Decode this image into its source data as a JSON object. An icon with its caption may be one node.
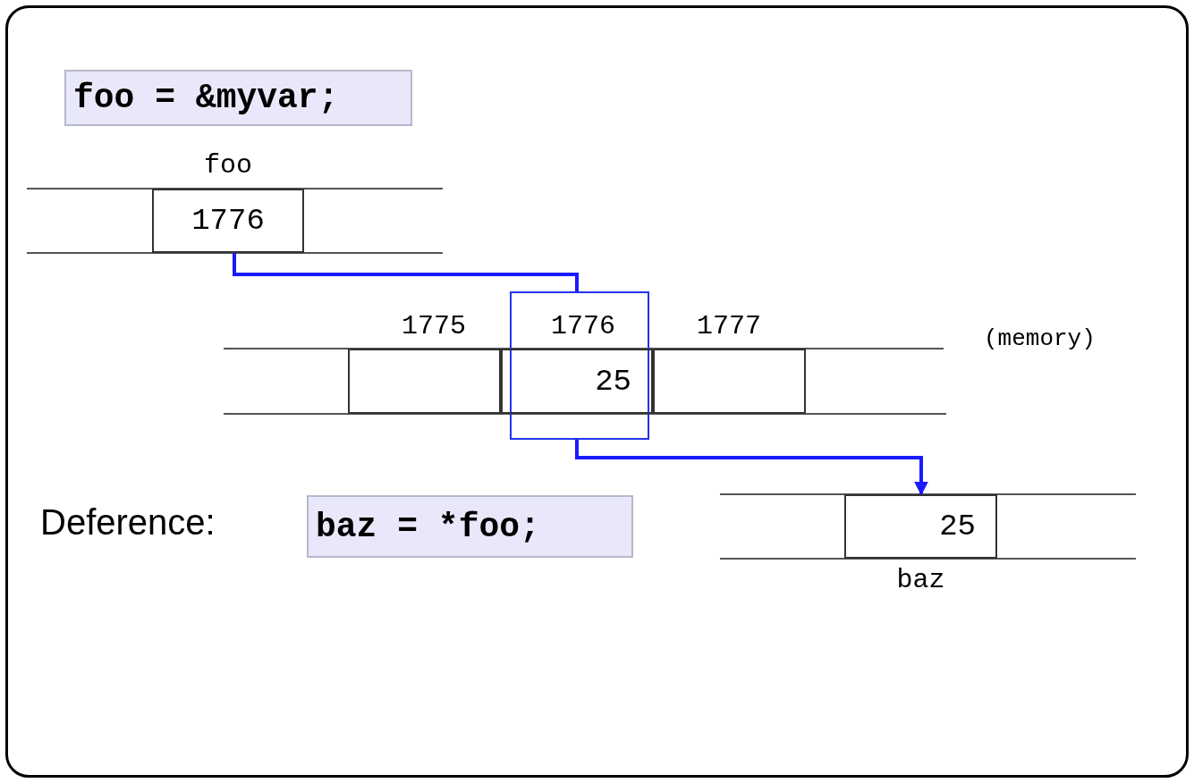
{
  "diagram": {
    "nodes": [
      {
        "text": [
          "foo = &myvar;"
        ]
      },
      {
        "text": [
          "1776"
        ],
        "beside": [
          "foo"
        ]
      },
      {
        "text": [],
        "shape": "box",
        "beside": [
          "1775"
        ]
      },
      {
        "text": [],
        "shape": "box"
      },
      {
        "text": [
          "25"
        ],
        "beside": [
          "1776"
        ]
      },
      {
        "text": [],
        "shape": "box",
        "beside": [
          "1777"
        ]
      },
      {
        "text": [
          "baz = *foo;"
        ]
      },
      {
        "text": [
          "25"
        ],
        "beside": [
          "baz"
        ]
      }
    ],
    "edges": [
      {
        "from": 1,
        "to": 3,
        "arrow": "none"
      },
      {
        "from": 3,
        "to": 7,
        "arrow": "to"
      }
    ],
    "labels": [
      "(memory)",
      "Deference:"
    ]
  }
}
